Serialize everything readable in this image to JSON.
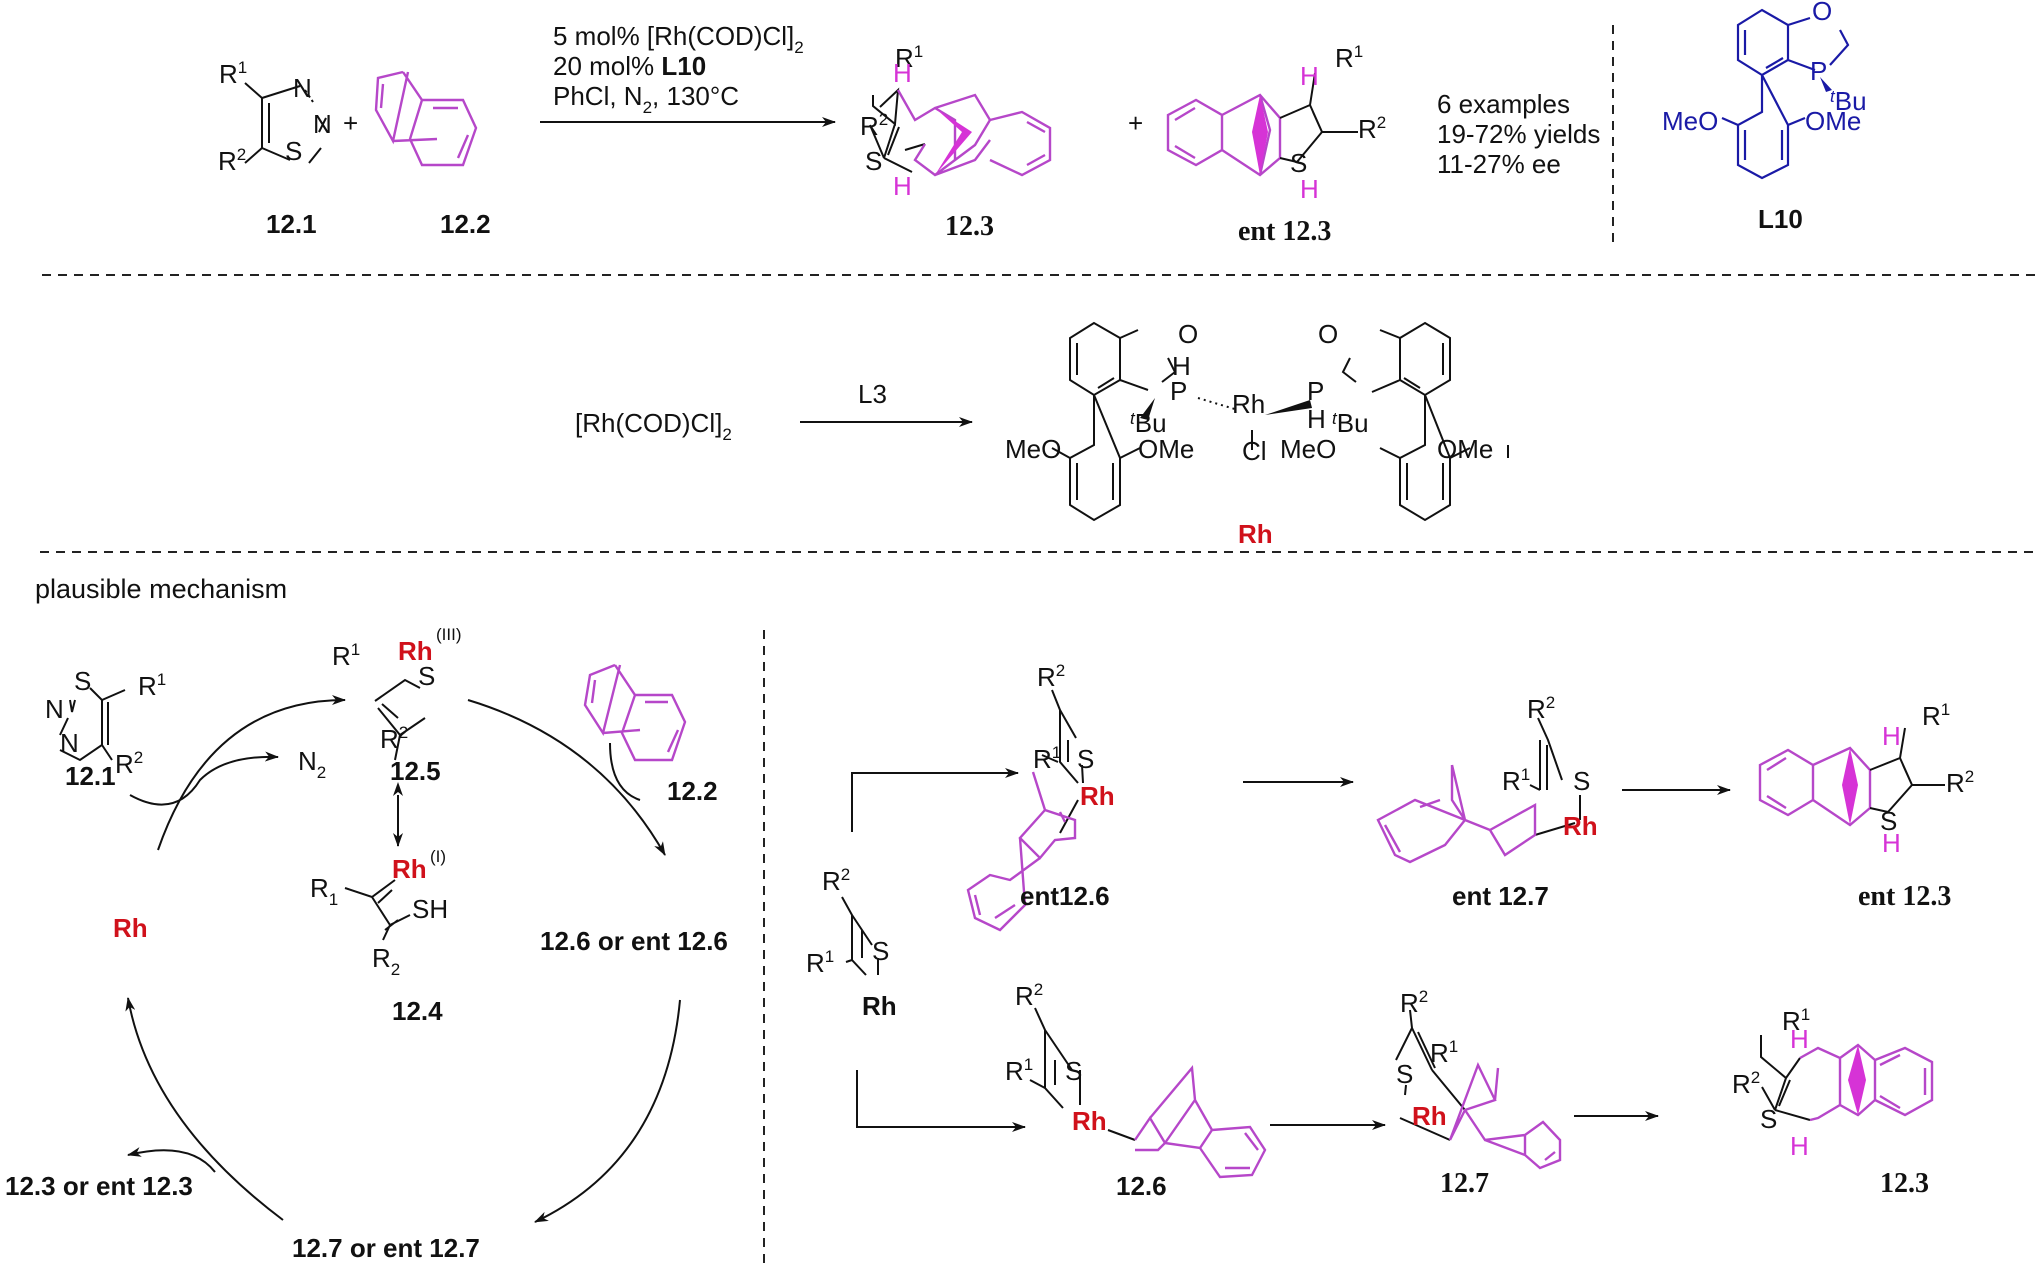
{
  "top_scheme": {
    "reactant1": {
      "label": "12.1",
      "r1": "R",
      "r1_sup": "1",
      "r2": "R",
      "r2_sup": "2",
      "n1": "N",
      "n2": "N",
      "s": "S"
    },
    "plus1": "+",
    "reactant2": {
      "label": "12.2"
    },
    "conditions": {
      "line1": "5 mol% [Rh(COD)Cl]",
      "line1_sub": "2",
      "line2_pre": "20 mol% ",
      "line2_bold": "L10",
      "line3_pre": "PhCl, N",
      "line3_sub": "2",
      "line3_post": ", 130°C"
    },
    "product1": {
      "label": "12.3",
      "r1": "R",
      "r1_sup": "1",
      "r2": "R",
      "r2_sup": "2",
      "s": "S",
      "h": "H"
    },
    "plus2": "+",
    "product2": {
      "label": "ent 12.3",
      "r1": "R",
      "r1_sup": "1",
      "r2": "R",
      "r2_sup": "2",
      "s": "S",
      "h": "H"
    },
    "results": [
      "6 examples",
      "19-72% yields",
      "11-27% ee"
    ],
    "ligand": {
      "label": "L10",
      "o": "O",
      "p": "P",
      "tbu_t": "t",
      "tbu": "Bu",
      "meo": "MeO",
      "ome": "OMe"
    }
  },
  "complex_scheme": {
    "reagent": "[Rh(COD)Cl]",
    "reagent_sub": "2",
    "arrow_label": "L3",
    "complex_label": "Rh",
    "atoms": {
      "o": "O",
      "p": "P",
      "h": "H",
      "rh": "Rh",
      "cl": "Cl",
      "tbu_t": "t",
      "tbu": "Bu",
      "meo": "MeO",
      "ome": "OMe"
    }
  },
  "mechanism": {
    "title": "plausible mechanism",
    "cycle": {
      "start_12_1": "12.1",
      "n2": "N",
      "n2_sub": "2",
      "int_12_5": "12.5",
      "rh_ox3": "(III)",
      "int_12_4": "12.4",
      "rh_ox1": "(I)",
      "sh": "SH",
      "r_sub_1": "1",
      "r_sub_2": "2",
      "substrate_12_2": "12.2",
      "int_12_6": "12.6  or  ent 12.6",
      "int_12_7": "12.7  or  ent 12.7",
      "product": "12.3  or  ent 12.3",
      "catalyst": "Rh"
    },
    "pathways": {
      "start_rh": "Rh",
      "upper": [
        "ent12.6",
        "ent 12.7",
        "ent 12.3"
      ],
      "lower": [
        "12.6",
        "12.7",
        "12.3"
      ]
    },
    "atoms": {
      "r": "R",
      "one": "1",
      "two": "2",
      "s": "S",
      "rh": "Rh",
      "h": "H",
      "n": "N"
    }
  },
  "colors": {
    "magenta": "#b647c9",
    "rh_red": "#d0111b",
    "ligand_blue": "#1a1aa6"
  }
}
